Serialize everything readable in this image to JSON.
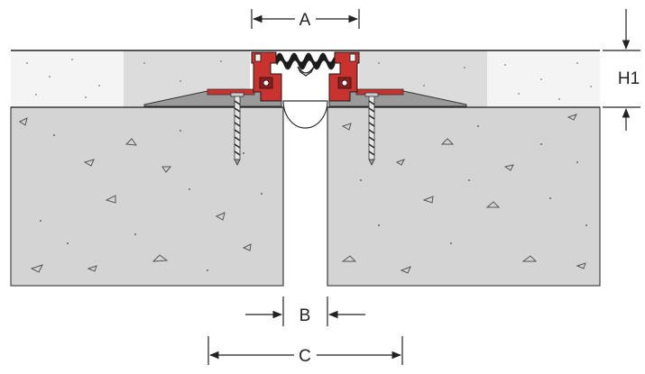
{
  "dimensions": {
    "a": "A",
    "b": "B",
    "c": "C",
    "h1": "H1"
  },
  "colors": {
    "concrete": "#d4d4d4",
    "screed": "#dcdcdc",
    "tile": "#f4f4f4",
    "profile_red": "#c8322f",
    "profile_dark": "#8e1d1b",
    "insert_black": "#1c1c1c",
    "anchor_grey": "#9a9a9a",
    "line": "#222222"
  }
}
